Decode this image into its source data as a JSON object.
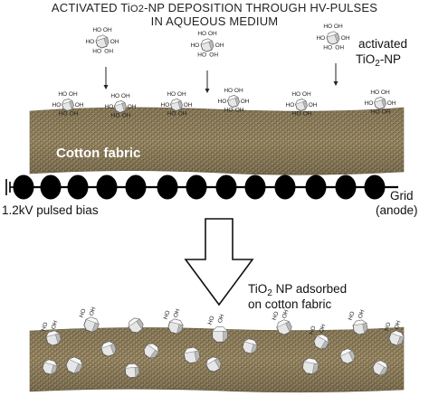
{
  "title": {
    "line1_pre": "ACTIVATED Ti",
    "line1_sub": "O2",
    "line1_post": "-NP DEPOSITION THROUGH HV-PULSES",
    "line2": "IN AQUEOUS MEDIUM"
  },
  "labels": {
    "activated_l1": "activated",
    "activated_l2_pre": "TiO",
    "activated_l2_sub": "2",
    "activated_l2_post": "-NP",
    "cotton_fabric": "Cotton fabric",
    "grid_l1": "Grid",
    "grid_l2": "(anode)",
    "bias": "1.2kV pulsed bias",
    "adsorbed_l1_pre": "TiO",
    "adsorbed_l1_sub": "2",
    "adsorbed_l1_post": " NP adsorbed",
    "adsorbed_l2": "on cotton fabric"
  },
  "hydroxyl_label": "HO",
  "hydroxyl_label_alt": "OH",
  "colors": {
    "fabric": "#8a7a57",
    "fabric_dark": "#5d5238",
    "fabric_light": "#b7a98a",
    "grid_dot": "#000000",
    "nanoparticle": "#e8e8e8",
    "cotton_text": "#ffffff"
  }
}
